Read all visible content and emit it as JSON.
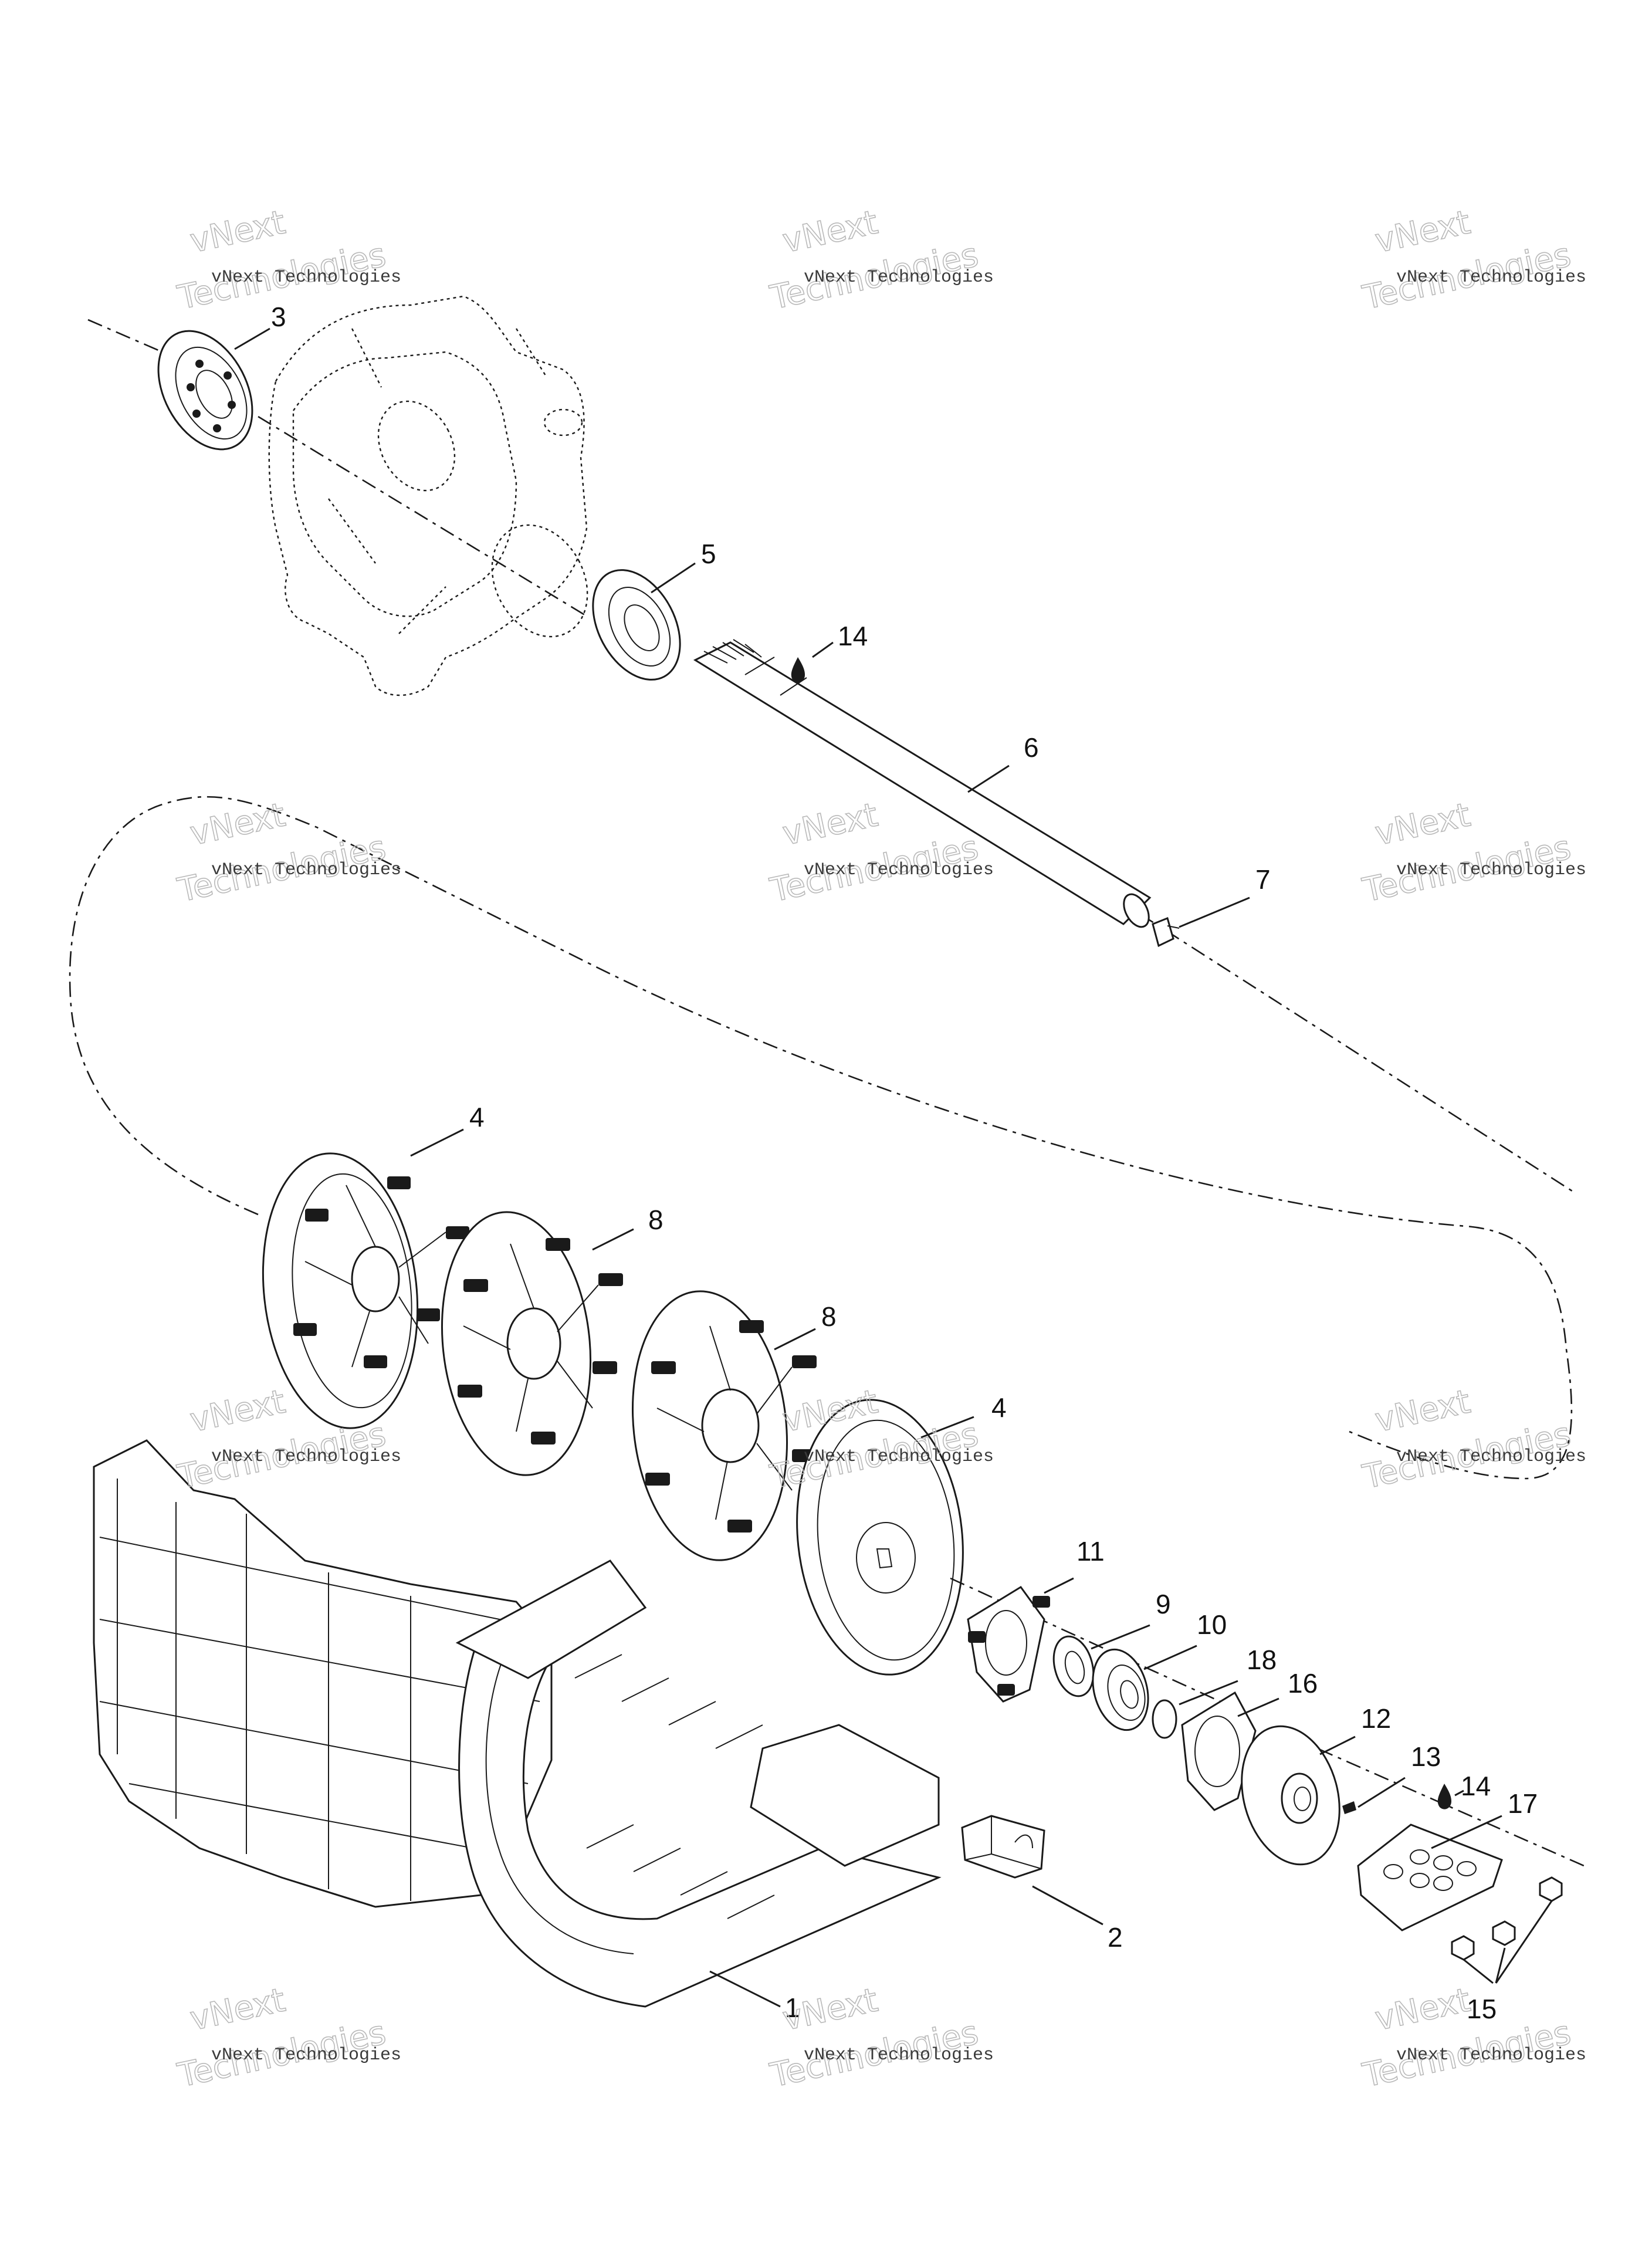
{
  "watermark": {
    "line1": "vNext Technologies",
    "line2": "vNext",
    "line3": "Technologies"
  },
  "labels": [
    "1",
    "2",
    "3",
    "4",
    "4",
    "5",
    "6",
    "7",
    "8",
    "8",
    "9",
    "10",
    "11",
    "12",
    "13",
    "14",
    "14",
    "15",
    "16",
    "17",
    "18"
  ],
  "colors": {
    "ink": "#1a1a1a",
    "watermark": "#b9b9b9",
    "background": "#ffffff"
  }
}
